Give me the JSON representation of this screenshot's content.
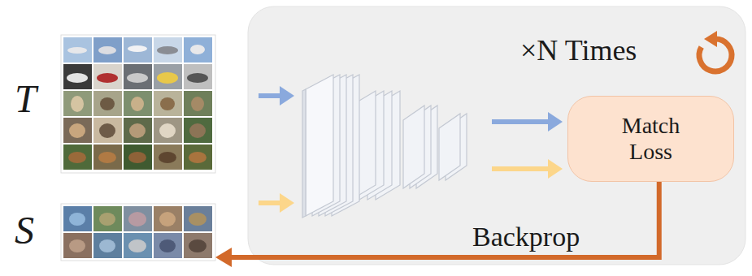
{
  "diagram": {
    "nodes": [
      {
        "text": [
          "×N Times"
        ]
      },
      {
        "text": [
          "T"
        ]
      },
      {
        "text": [
          "S"
        ]
      },
      {
        "text": [
          "Match Loss"
        ],
        "in": 0
      }
    ],
    "edges": [
      {
        "from": 3,
        "to": 2,
        "arrow": "to",
        "label": "Backprop"
      }
    ]
  }
}
